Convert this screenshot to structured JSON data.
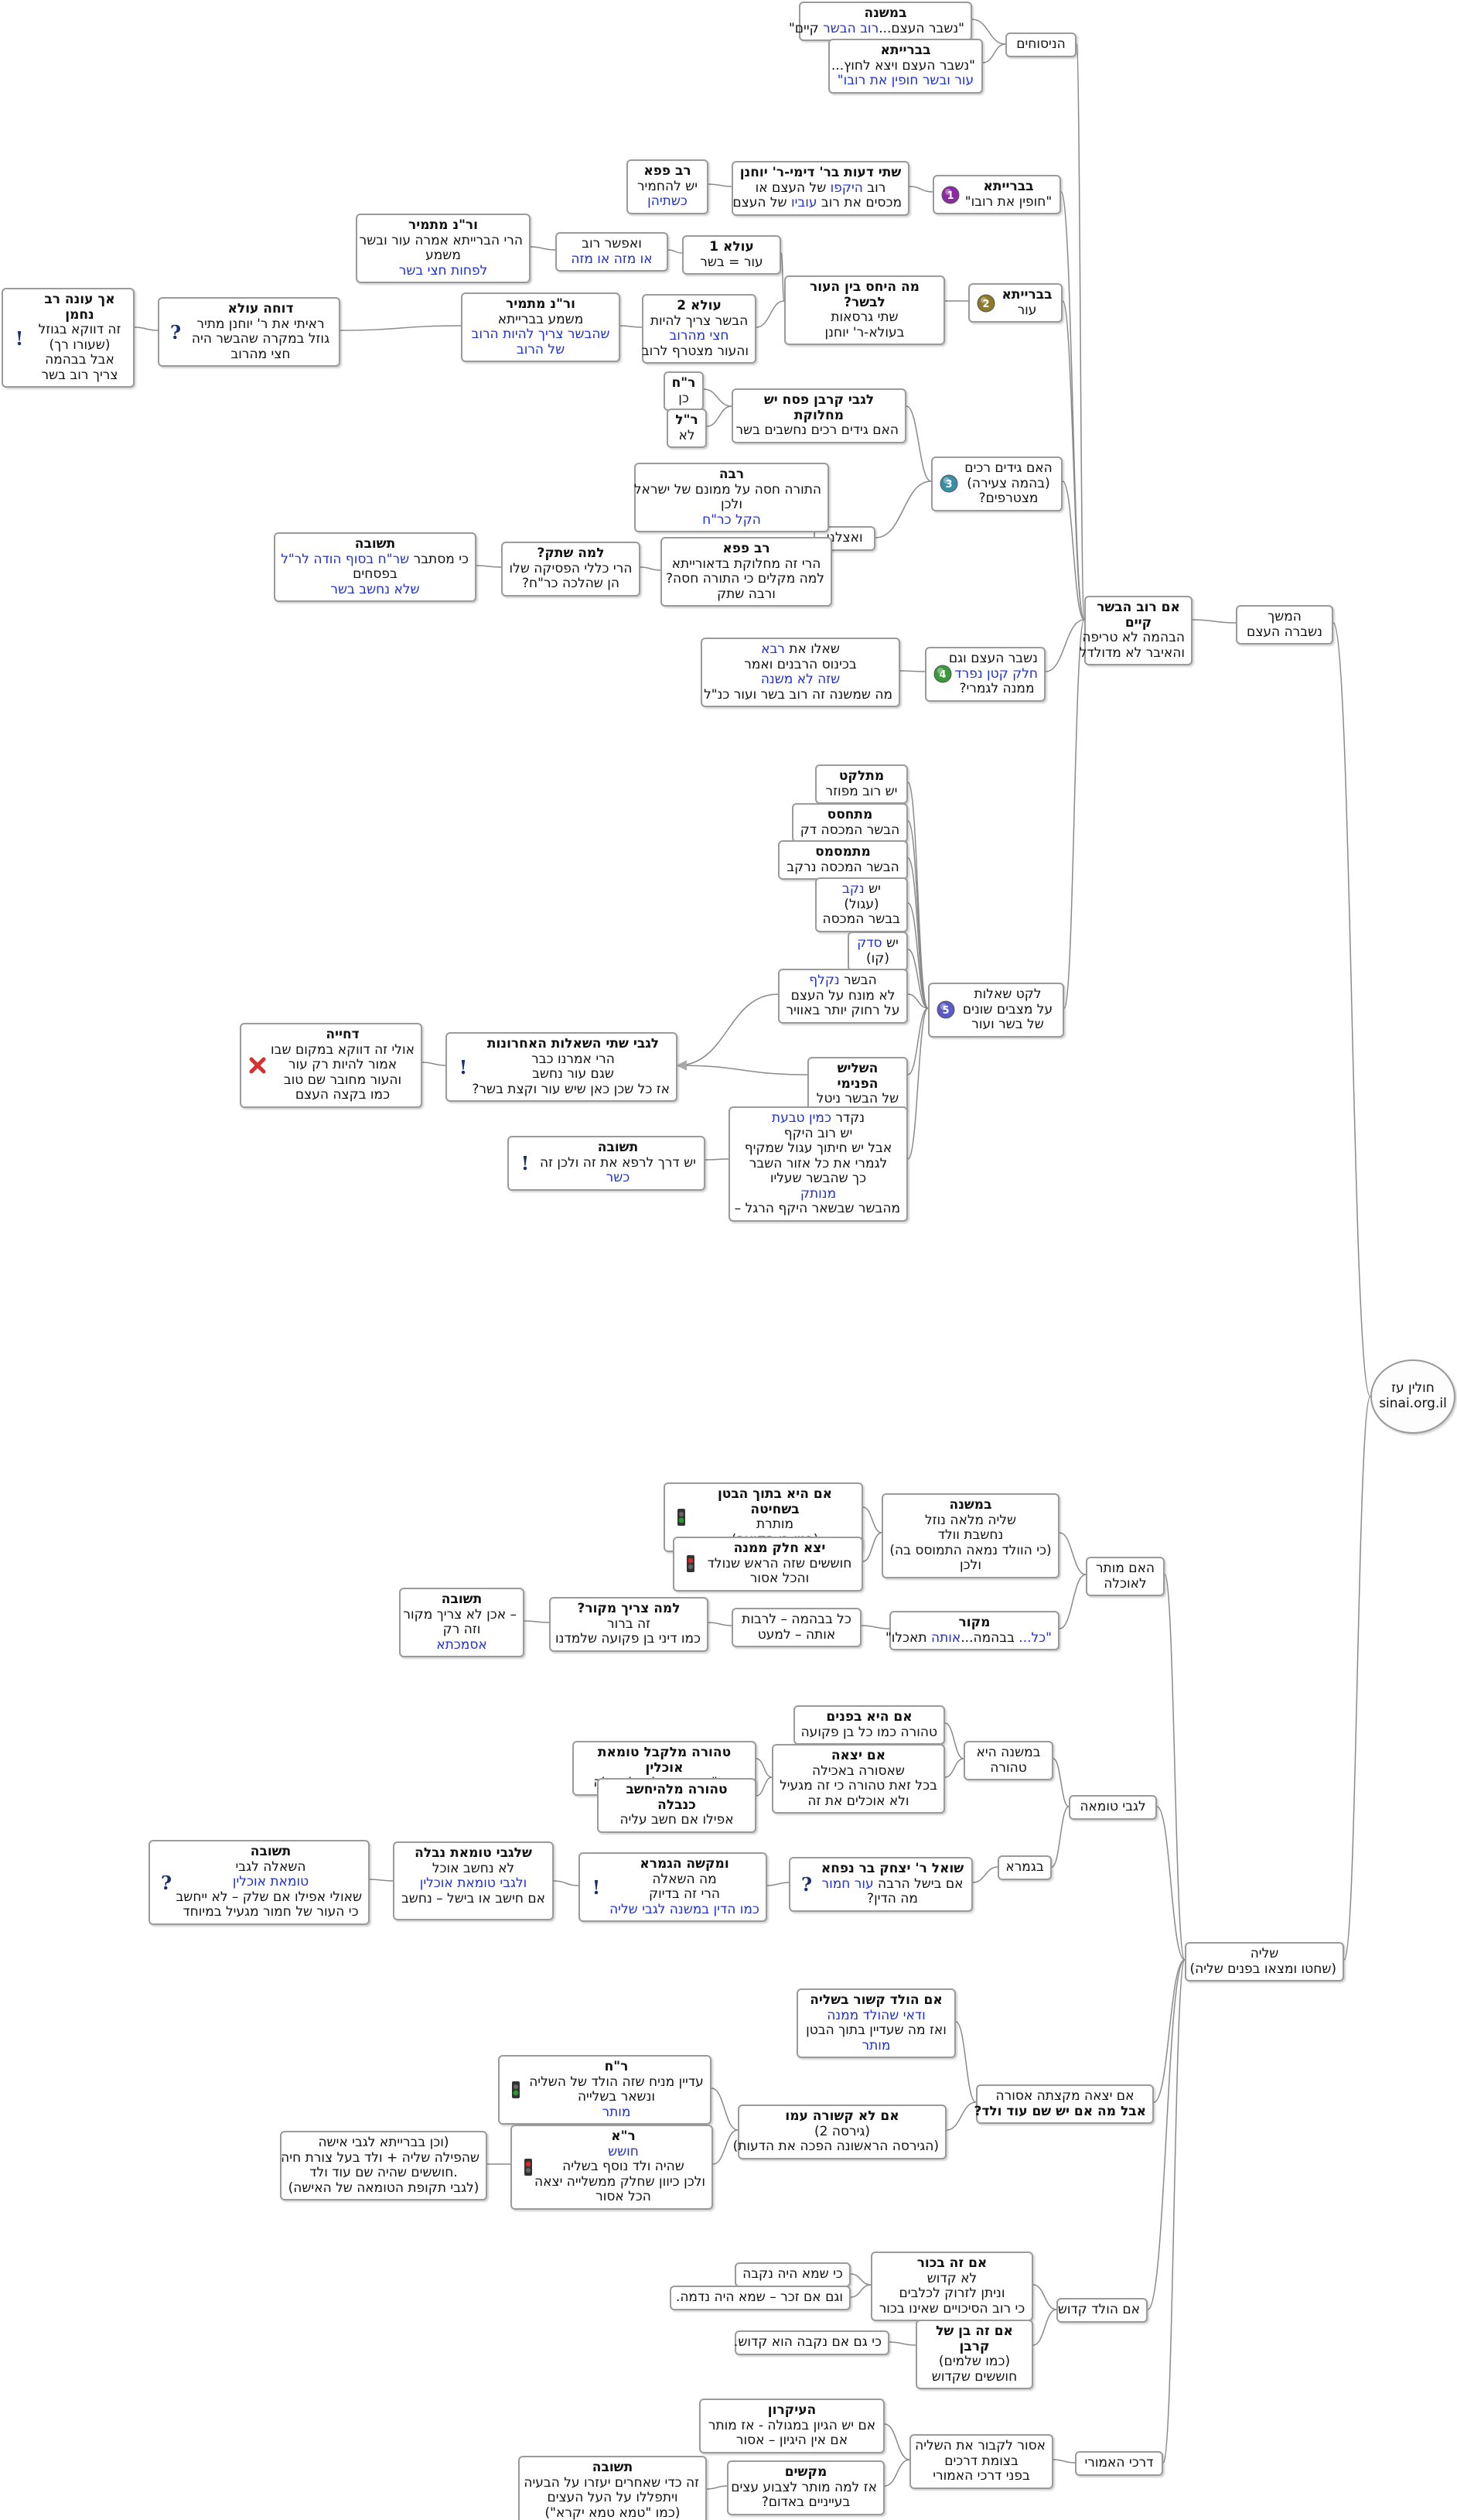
{
  "colors": {
    "link": "#8a8a8a",
    "node_border": "#9a9a9a",
    "blue_text": "#1f2fd0",
    "marker_purple": "#8c2aa3",
    "marker_olive": "#8a7a2a",
    "marker_teal": "#3a8fa8",
    "marker_green": "#3a9a3a",
    "marker_violet": "#5a5ac8",
    "cross_red": "#d63030",
    "traffic_green": "#2a9a2a",
    "traffic_red": "#d02a2a"
  },
  "nodes": {
    "root": {
      "lines": [
        "חולין עז",
        "sinai.org.il"
      ]
    },
    "mishnah_cont": {
      "lines": [
        "המשך",
        "נשברה העצם"
      ]
    },
    "shelia": {
      "lines": [
        "שליה",
        "(שחטו ומצאו בפנים שליה)"
      ]
    },
    "rov": {
      "title": "אם רוב הבשר קיים",
      "lines": [
        "הבהמה לא טריפה",
        "והאיבר לא מדולדל"
      ]
    },
    "nisuhim": {
      "lines": [
        "הניסוחים"
      ]
    },
    "ns_mishna": {
      "title": "במשנה",
      "lines": [
        [
          {
            "t": "\"נשבר העצם..."
          },
          {
            "t": "רוב הבשר",
            "b": true
          },
          {
            "t": " קיים\""
          }
        ]
      ]
    },
    "ns_beraita": {
      "title": "בברייתא",
      "lines": [
        "\"נשבר העצם ויצא לחוץ...",
        [
          {
            "t": "עור ובשר חופין את רובו\"",
            "b": true
          }
        ]
      ]
    },
    "b1": {
      "title": "בברייתא",
      "lines": [
        "\"חופין את רובו\""
      ]
    },
    "two_opinions": {
      "title": "שתי דעות בר' דימי-ר' יוחנן",
      "lines": [
        [
          {
            "t": "רוב "
          },
          {
            "t": "היקפו",
            "b": true
          },
          {
            "t": " של העצם או"
          }
        ],
        [
          {
            "t": "מכסים את רוב "
          },
          {
            "t": "עוביו",
            "b": true
          },
          {
            "t": " של העצם"
          }
        ]
      ]
    },
    "rav_papa1": {
      "title": "רב פפא",
      "lines": [
        "יש להחמיר",
        [
          {
            "t": "כשתיהן",
            "b": true
          }
        ]
      ]
    },
    "b2": {
      "title": "בברייתא",
      "lines": [
        "עור"
      ]
    },
    "skin_flesh": {
      "title": "מה היחס בין העור לבשר?",
      "lines": [
        "שתי גרסאות",
        "בעולא-ר' יוחנן"
      ]
    },
    "ula1": {
      "title": "עולא 1",
      "lines": [
        "עור = בשר"
      ]
    },
    "efshar_rov": {
      "lines": [
        "ואפשר רוב",
        [
          {
            "t": "או מזה או מזה",
            "b": true
          }
        ]
      ]
    },
    "varan1": {
      "title": "ור\"נ מתמיר",
      "lines": [
        "הרי הברייתא אמרה עור ובשר",
        "משמע",
        [
          {
            "t": "לפחות חצי בשר",
            "b": true
          }
        ]
      ]
    },
    "ula2": {
      "title": "עולא 2",
      "lines": [
        "הבשר צריך להיות",
        [
          {
            "t": "חצי מהרוב",
            "b": true
          }
        ],
        "והעור מצטרף לרוב"
      ]
    },
    "varan2": {
      "title": "ור\"נ מתמיר",
      "lines": [
        "משמע בברייתא",
        [
          {
            "t": "שהבשר צריך להיות הרוב",
            "b": true
          }
        ],
        [
          {
            "t": "של הרוב",
            "b": true
          }
        ]
      ]
    },
    "dohe_ula": {
      "title": "דוחה עולא",
      "lines": [
        "ראיתי את ר' יוחנן מתיר",
        "גוזל במקרה שהבשר היה",
        "חצי מהרוב"
      ]
    },
    "ach_ona": {
      "title": "אך עונה רב נחמן",
      "lines": [
        "זה דווקא בגוזל",
        "(שעורו רך)",
        "אבל בבהמה",
        "צריך רוב בשר"
      ]
    },
    "b3": {
      "lines": [
        "האם גידים רכים",
        "(בהמה צעירה)",
        "מצטרפים?"
      ]
    },
    "korban_pesach": {
      "title": "לגבי קרבן פסח יש מחלוקת",
      "lines": [
        "האם גידים רכים נחשבים בשר"
      ]
    },
    "rach": {
      "title": "ר\"ח",
      "lines": [
        "כן"
      ]
    },
    "rl": {
      "title": "ר\"ל",
      "lines": [
        "לא"
      ]
    },
    "veazlu": {
      "lines": [
        "ואצלנו"
      ]
    },
    "raba": {
      "title": "רבה",
      "lines": [
        "התורה חסה על ממונם של ישראל",
        "ולכן",
        [
          {
            "t": "הקל כר\"ח",
            "b": true
          }
        ]
      ]
    },
    "rav_papa2": {
      "title": "רב פפא",
      "lines": [
        "הרי זה מחלוקת בדאורייתא",
        "למה מקלים כי התורה חסה?",
        "ורבה שתק"
      ]
    },
    "lama_shatak": {
      "title": "למה שתק?",
      "lines": [
        "הרי כללי הפסיקה שלו",
        "הן שהלכה כר\"ח?"
      ]
    },
    "teshuva1": {
      "title": "תשובה",
      "lines": [
        [
          {
            "t": "כי מסתבר "
          },
          {
            "t": "שר\"ח בסוף הודה לר\"ל",
            "b": true
          }
        ],
        "בפסחים",
        [
          {
            "t": "שלא נחשב בשר",
            "b": true
          }
        ]
      ]
    },
    "b4": {
      "lines": [
        "נשבר העצם וגם",
        [
          {
            "t": "חלק קטן נפרד",
            "b": true
          }
        ],
        "ממנה לגמרי?"
      ]
    },
    "rava_q": {
      "lines": [
        [
          {
            "t": "שאלו את "
          },
          {
            "t": "רבא",
            "b": true
          }
        ],
        "בכינוס הרבנים ואמר",
        [
          {
            "t": "שזה לא משנה",
            "b": true
          }
        ],
        "מה שמשנה זה רוב בשר ועור כנ\"ל"
      ]
    },
    "b5": {
      "lines": [
        "לקט שאלות",
        "על מצבים שונים",
        "של בשר ועור"
      ]
    },
    "mutlakt": {
      "title": "מתלקט",
      "lines": [
        "יש רוב מפוזר"
      ]
    },
    "mitmasmes1": {
      "title": "מתחסס",
      "lines": [
        "הבשר המכסה דק"
      ]
    },
    "mitmasmes2": {
      "title": "מתמסמס",
      "lines": [
        "הבשר המכסה נרקב"
      ]
    },
    "yesh_nekev": {
      "lines": [
        [
          {
            "t": "יש "
          },
          {
            "t": "נקב",
            "b": true
          }
        ],
        "(עגול)",
        "בבשר המכסה"
      ]
    },
    "yesh_sedek": {
      "lines": [
        [
          {
            "t": "יש "
          },
          {
            "t": "סדק",
            "b": true
          }
        ],
        "(קו)"
      ]
    },
    "nikhlaf": {
      "lines": [
        [
          {
            "t": "הבשר "
          },
          {
            "t": "נקלף",
            "b": true
          }
        ],
        "לא מונח על העצם",
        "על רחוק יותר באוויר"
      ]
    },
    "hishlish": {
      "title": "השליש הפנימי",
      "lines": [
        "של הבשר ניטל"
      ]
    },
    "last_two": {
      "title": "לגבי שתי השאלות האחרונות",
      "lines": [
        "הרי אמרנו כבר",
        "שגם עור נחשב",
        "אז כל שכן כאן שיש עור וקצת בשר?"
      ]
    },
    "dehiya": {
      "title": "דחייה",
      "lines": [
        "אולי זה דווקא במקום שבו",
        "אמור להיות רק עור",
        "והעור מחובר שם טוב",
        "כמו בקצה העצם"
      ]
    },
    "nigdar": {
      "lines": [
        [
          {
            "t": "נקדר ",
            "b": false
          },
          {
            "t": "כמין טבעת",
            "b": true
          }
        ],
        "יש רוב היקף",
        "אבל יש חיתוך עגול שמקיף",
        "לגמרי את כל אזור השבר",
        "כך שהבשר שעליו",
        [
          {
            "t": "מנותק",
            "b": true
          }
        ],
        "מהבשר שבשאר היקף הרגל –"
      ]
    },
    "teshuva2": {
      "title": "תשובה",
      "lines": [
        "יש דרך לרפא את זה ולכן זה",
        [
          {
            "t": "כשר",
            "b": true
          }
        ]
      ]
    },
    "haim_mutar": {
      "lines": [
        "האם מותר",
        "לאוכלה"
      ]
    },
    "bamishna2": {
      "title": "במשנה",
      "lines": [
        "שליה מלאה נוזל",
        "נחשבת וולד",
        "(כי הוולד נמאה התמוסס בה)",
        "ולכן"
      ]
    },
    "im_hi_bahoteh": {
      "title": "אם היא בתוך הבטן בשחיטה",
      "lines": [
        "מותרת",
        "(כמו בן פקועה)"
      ]
    },
    "yatza_helek": {
      "title": "יצא חלק ממנה",
      "lines": [
        "חוששים שזה הראש שנולד",
        "והכל אסור"
      ]
    },
    "makor": {
      "title": "מקור",
      "lines": [
        [
          {
            "t": "\"כל... ",
            "b": true
          },
          {
            "t": "בבהמה..."
          },
          {
            "t": "אותה",
            "b": true
          },
          {
            "t": " תאכלו\""
          }
        ]
      ]
    },
    "kol_babehema": {
      "lines": [
        "כל בבהמה – לרבות",
        "אותה – למעט"
      ]
    },
    "lama_makor": {
      "title": "למה צריך מקור?",
      "lines": [
        "זה ברור",
        "כמו דיני בן פקועה שלמדנו"
      ]
    },
    "teshuva3": {
      "title": "תשובה",
      "lines": [
        "– אכן לא צריך מקור",
        "וזה רק",
        [
          {
            "t": "אסמכתא",
            "b": true
          }
        ]
      ]
    },
    "legabei_tuma": {
      "lines": [
        "לגבי טומאה"
      ]
    },
    "bamishna_tehora": {
      "lines": [
        "במשנה היא",
        "טהורה"
      ]
    },
    "im_hi_bifnim": {
      "title": "אם היא בפנים",
      "lines": [
        "טהורה כמו כל בן פקועה"
      ]
    },
    "im_yatza": {
      "title": "אם יצאה",
      "lines": [
        "שאסורה באכילה",
        "בכל זאת טהורה כי זה מגעיל",
        "ולא אוכלים את זה"
      ]
    },
    "tehora_lekabel": {
      "title": "טהורה מלקבל טומאת אוכלין",
      "lines": [
        "אא\"כ חישב עליה לאוכלה"
      ]
    },
    "tehora_nevela": {
      "title": "טהורה מלהיחשב כנבלה",
      "lines": [
        "אפילו אם חשב עליה"
      ]
    },
    "bagmara": {
      "lines": [
        "בגמרא"
      ]
    },
    "shoel_ry": {
      "title": "שואל ר' יצחק בר נפחא",
      "lines": [
        [
          {
            "t": "אם בישל הרבה "
          },
          {
            "t": "עור חמור",
            "b": true
          }
        ],
        "מה הדין?"
      ]
    },
    "makshe_gmara": {
      "title": "ומקשה הגמרא",
      "lines": [
        "מה השאלה",
        "הרי זה בדיוק",
        [
          {
            "t": "כמו הדין במשנה לגבי שליה",
            "b": true
          }
        ]
      ]
    },
    "shelegabei": {
      "title": "שלגבי טומאת נבלה",
      "lines": [
        "לא נחשב אוכל",
        "",
        [
          {
            "t": "ולגבי טומאת אוכלין",
            "b": true
          }
        ],
        "אם חישב או בישל – נחשב"
      ]
    },
    "teshuva4": {
      "title": "תשובה",
      "lines": [
        "השאלה לגבי",
        [
          {
            "t": "טומאת אוכלין",
            "b": true
          }
        ],
        "שאולי אפילו אם שלק – לא ייחשב",
        "כי העור של חמור מגעיל במיוחד"
      ]
    },
    "im_yatzta": {
      "lines": [
        "אם יצאה מקצתה אסורה",
        [
          {
            "t": "אבל מה אם יש שם עוד ולד?",
            "b": false,
            "bold": true
          }
        ]
      ]
    },
    "im_hvolad_kashur": {
      "title": "אם הולד קשור בשליה",
      "lines": [
        [
          {
            "t": "ודאי שהולד ממנה",
            "b": true
          }
        ],
        "ואז מה שעדיין בתוך הבטן",
        [
          {
            "t": "מותר",
            "b": true
          }
        ]
      ]
    },
    "im_lo_kshura": {
      "title": "אם לא קשורה עמו",
      "lines": [
        "(גירסה 2)",
        "(הגירסה הראשונה הפכה את הדעות)"
      ]
    },
    "rach2": {
      "title": "ר\"ח",
      "lines": [
        "עדיין מניח שזה הולד של השליה",
        "ונשאר בשלייה",
        [
          {
            "t": "מותר",
            "b": true
          }
        ]
      ]
    },
    "rl2": {
      "title": "ר\"א",
      "lines": [
        [
          {
            "t": "חושש",
            "b": true
          }
        ],
        "שהיה ולד נוסף בשליה",
        "ולכן כיוון שחלק ממשלייה יצאה",
        "הכל אסור"
      ]
    },
    "vechen_beraita": {
      "lines": [
        "(וכן בברייתא לגבי אישה",
        "שהפילה שליה + ולד בעל צורת חיה",
        ".חוששים שהיה שם עוד ולד",
        "(לגבי תקופת הטומאה של האישה)"
      ]
    },
    "im_hvolad_kadosh": {
      "lines": [
        "אם הולד קדוש"
      ]
    },
    "im_ze_bechor": {
      "title": "אם זה בכור",
      "lines": [
        "לא קדוש",
        "וניתן לזרוק לכלבים",
        "כי רוב הסיכויים שאינו בכור"
      ]
    },
    "ki_shema": {
      "lines": [
        "כי שמא היה נקבה"
      ]
    },
    "vegam_zachar": {
      "lines": [
        "וגם אם זכר – שמא היה נדמה."
      ]
    },
    "im_ben_korban": {
      "title": "אם זה בן של קרבן",
      "lines": [
        "(כמו שלמים)",
        "חוששים שקדוש"
      ]
    },
    "ki_gam_nekeva": {
      "lines": [
        "כי גם אם נקבה הוא קדוש."
      ]
    },
    "darchei_emori": {
      "lines": [
        "דרכי האמורי"
      ]
    },
    "asur_likbor": {
      "lines": [
        "אסור לקבור את השליה",
        "בצומת דרכים",
        "בפני דרכי האמורי"
      ]
    },
    "haikar": {
      "title": "העיקרון",
      "lines": [
        "אם יש הגיון במגולה - אז מותר",
        "אם אין היגיון – אסור"
      ]
    },
    "makshim": {
      "title": "מקשים",
      "lines": [
        "אז למה מותר לצבוע עצים",
        "בעייניים באדום?"
      ]
    },
    "teshuva5": {
      "title": "תשובה",
      "lines": [
        "זה כדי שאחרים יעזרו על הבעיה",
        "ויתפללו על העל העצים",
        "(כמו \"טמא טמא יקרא\")"
      ]
    }
  }
}
